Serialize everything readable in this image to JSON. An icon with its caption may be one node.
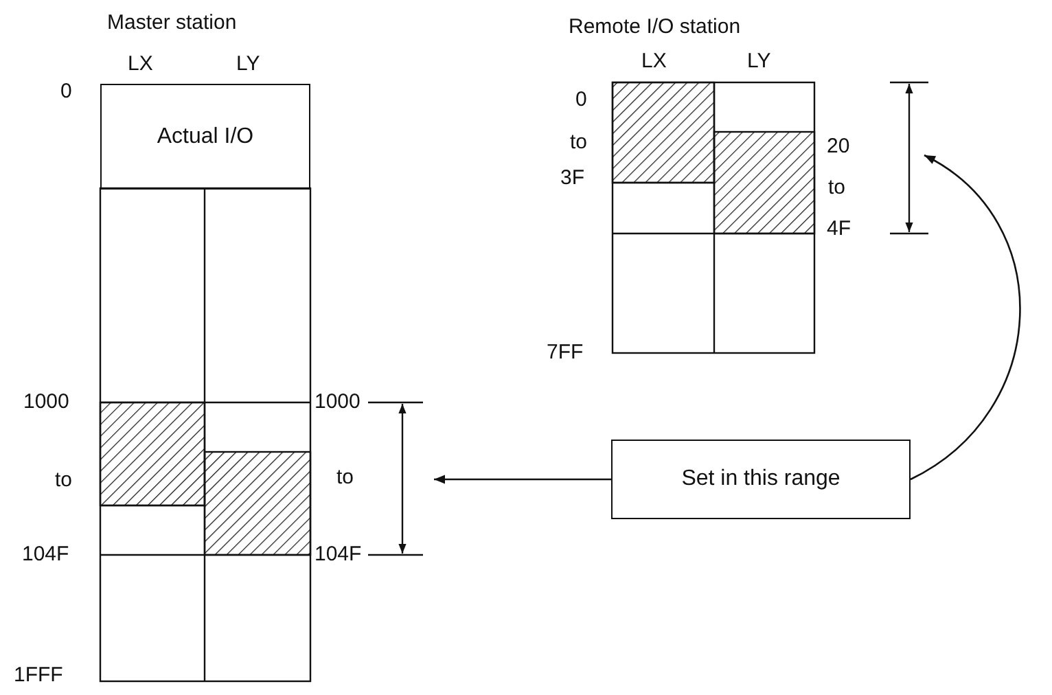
{
  "diagram": {
    "nodes": [
      {
        "text": [
          "Actual I/O"
        ]
      },
      {
        "text": [
          "Set in this range"
        ]
      }
    ],
    "edges": [
      {
        "from": 1,
        "to": null,
        "arrow": "to"
      },
      {
        "from": 1,
        "to": null,
        "arrow": "to"
      }
    ],
    "labels": [
      "Master station",
      "Remote I/O station",
      "LX",
      "LY",
      "LX",
      "LY",
      "0",
      "0",
      "to",
      "3F",
      "20",
      "to",
      "4F",
      "7FF",
      "1000",
      "1000",
      "to",
      "to",
      "104F",
      "104F",
      "1FFF"
    ]
  }
}
